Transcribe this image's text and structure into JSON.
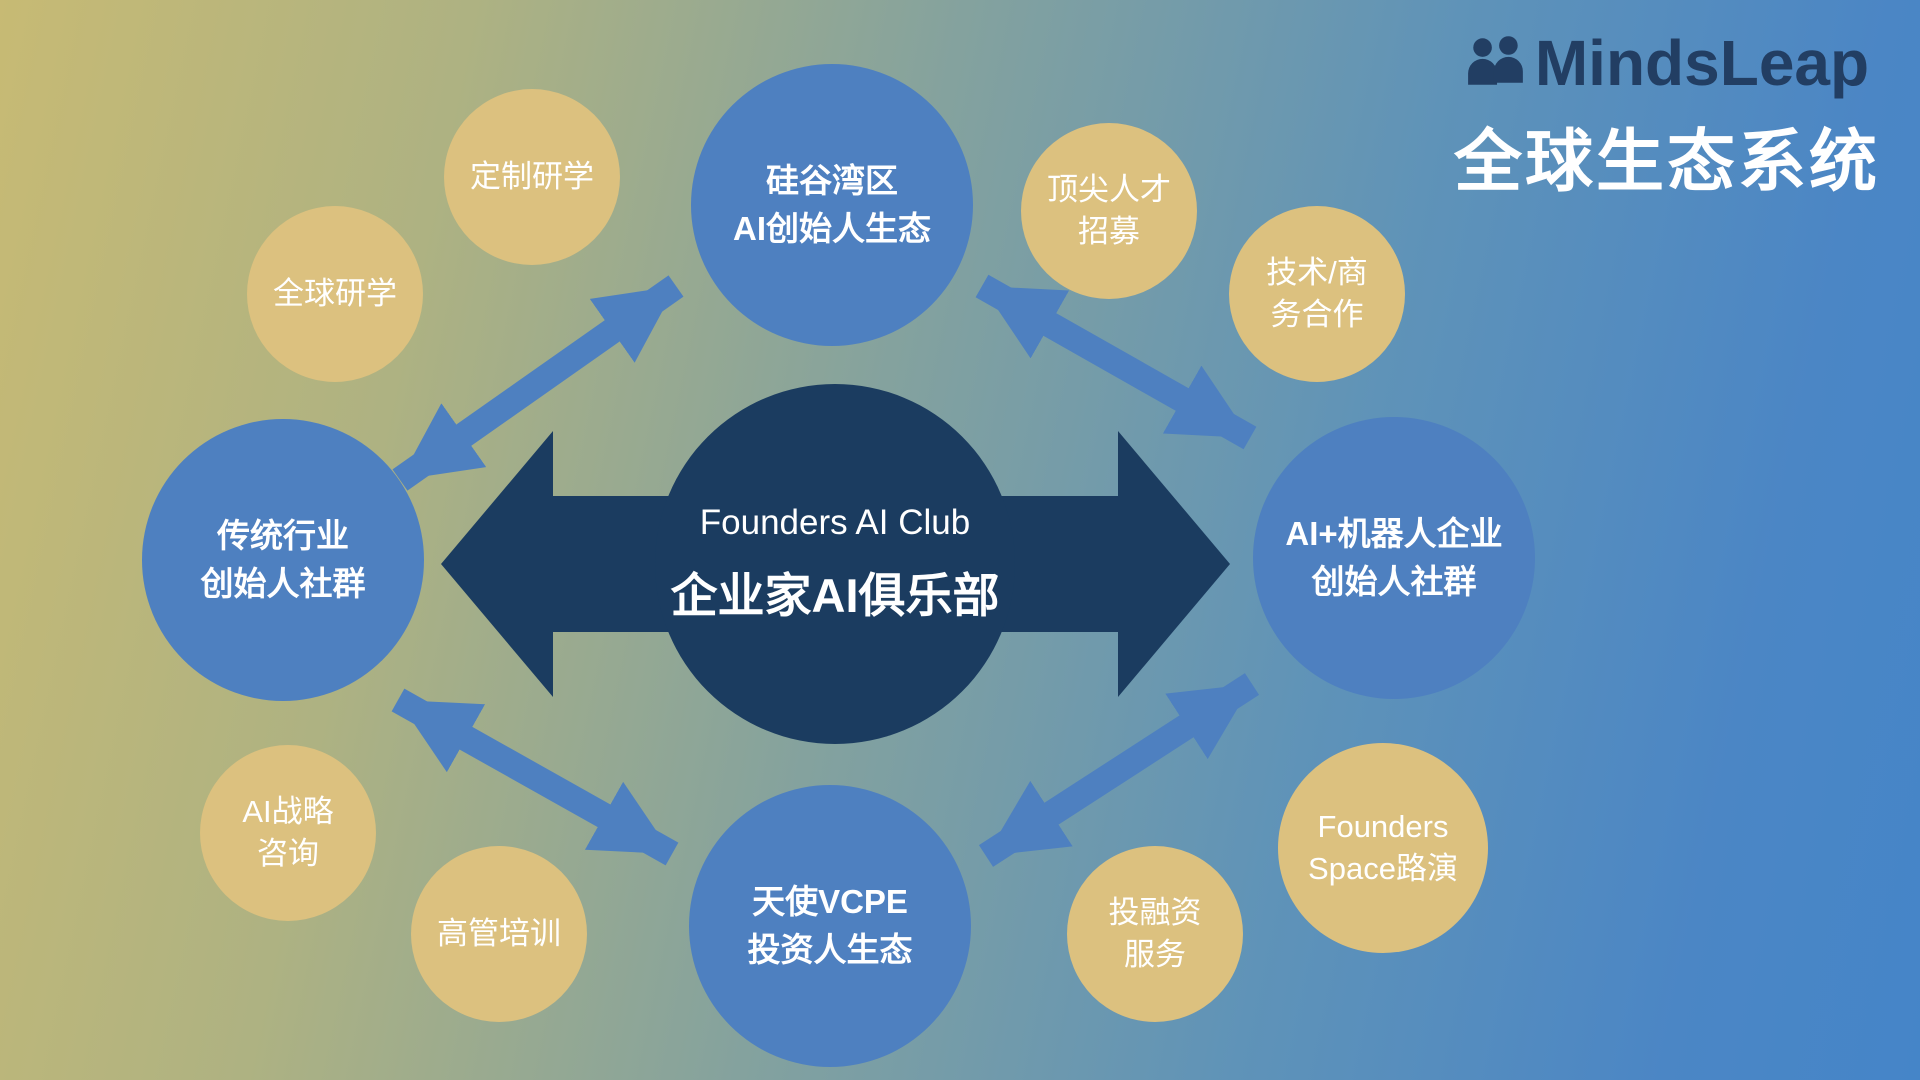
{
  "brand": {
    "logo_text": "MindsLeap",
    "subtitle": "全球生态系统"
  },
  "center": {
    "line1": "Founders AI Club",
    "line2": "企业家AI俱乐部"
  },
  "blue_nodes": [
    {
      "id": "top",
      "line1": "硅谷湾区",
      "line2": "AI创始人生态"
    },
    {
      "id": "left",
      "line1": "传统行业",
      "line2": "创始人社群"
    },
    {
      "id": "right",
      "line1": "AI+机器人企业",
      "line2": "创始人社群"
    },
    {
      "id": "bottom",
      "line1": "天使VCPE",
      "line2": "投资人生态"
    }
  ],
  "tan_nodes": [
    {
      "id": "custom-study",
      "lines": [
        "定制研学"
      ]
    },
    {
      "id": "global-study",
      "lines": [
        "全球研学"
      ]
    },
    {
      "id": "talent",
      "lines": [
        "顶尖人才",
        "招募"
      ]
    },
    {
      "id": "tech-biz",
      "lines": [
        "技术/商",
        "务合作"
      ]
    },
    {
      "id": "ai-strategy",
      "lines": [
        "AI战略",
        "咨询"
      ]
    },
    {
      "id": "exec-training",
      "lines": [
        "高管培训"
      ]
    },
    {
      "id": "investment",
      "lines": [
        "投融资",
        "服务"
      ]
    },
    {
      "id": "founders-space",
      "lines": [
        "Founders",
        "Space路演"
      ]
    }
  ],
  "colors": {
    "center_navy": "#1b3c60",
    "node_blue": "#4e80c0",
    "node_tan": "#dcc17f",
    "brand_navy": "#223e63",
    "text_white": "#ffffff",
    "bg_left": "#c7ba74",
    "bg_right": "#4585c8"
  }
}
